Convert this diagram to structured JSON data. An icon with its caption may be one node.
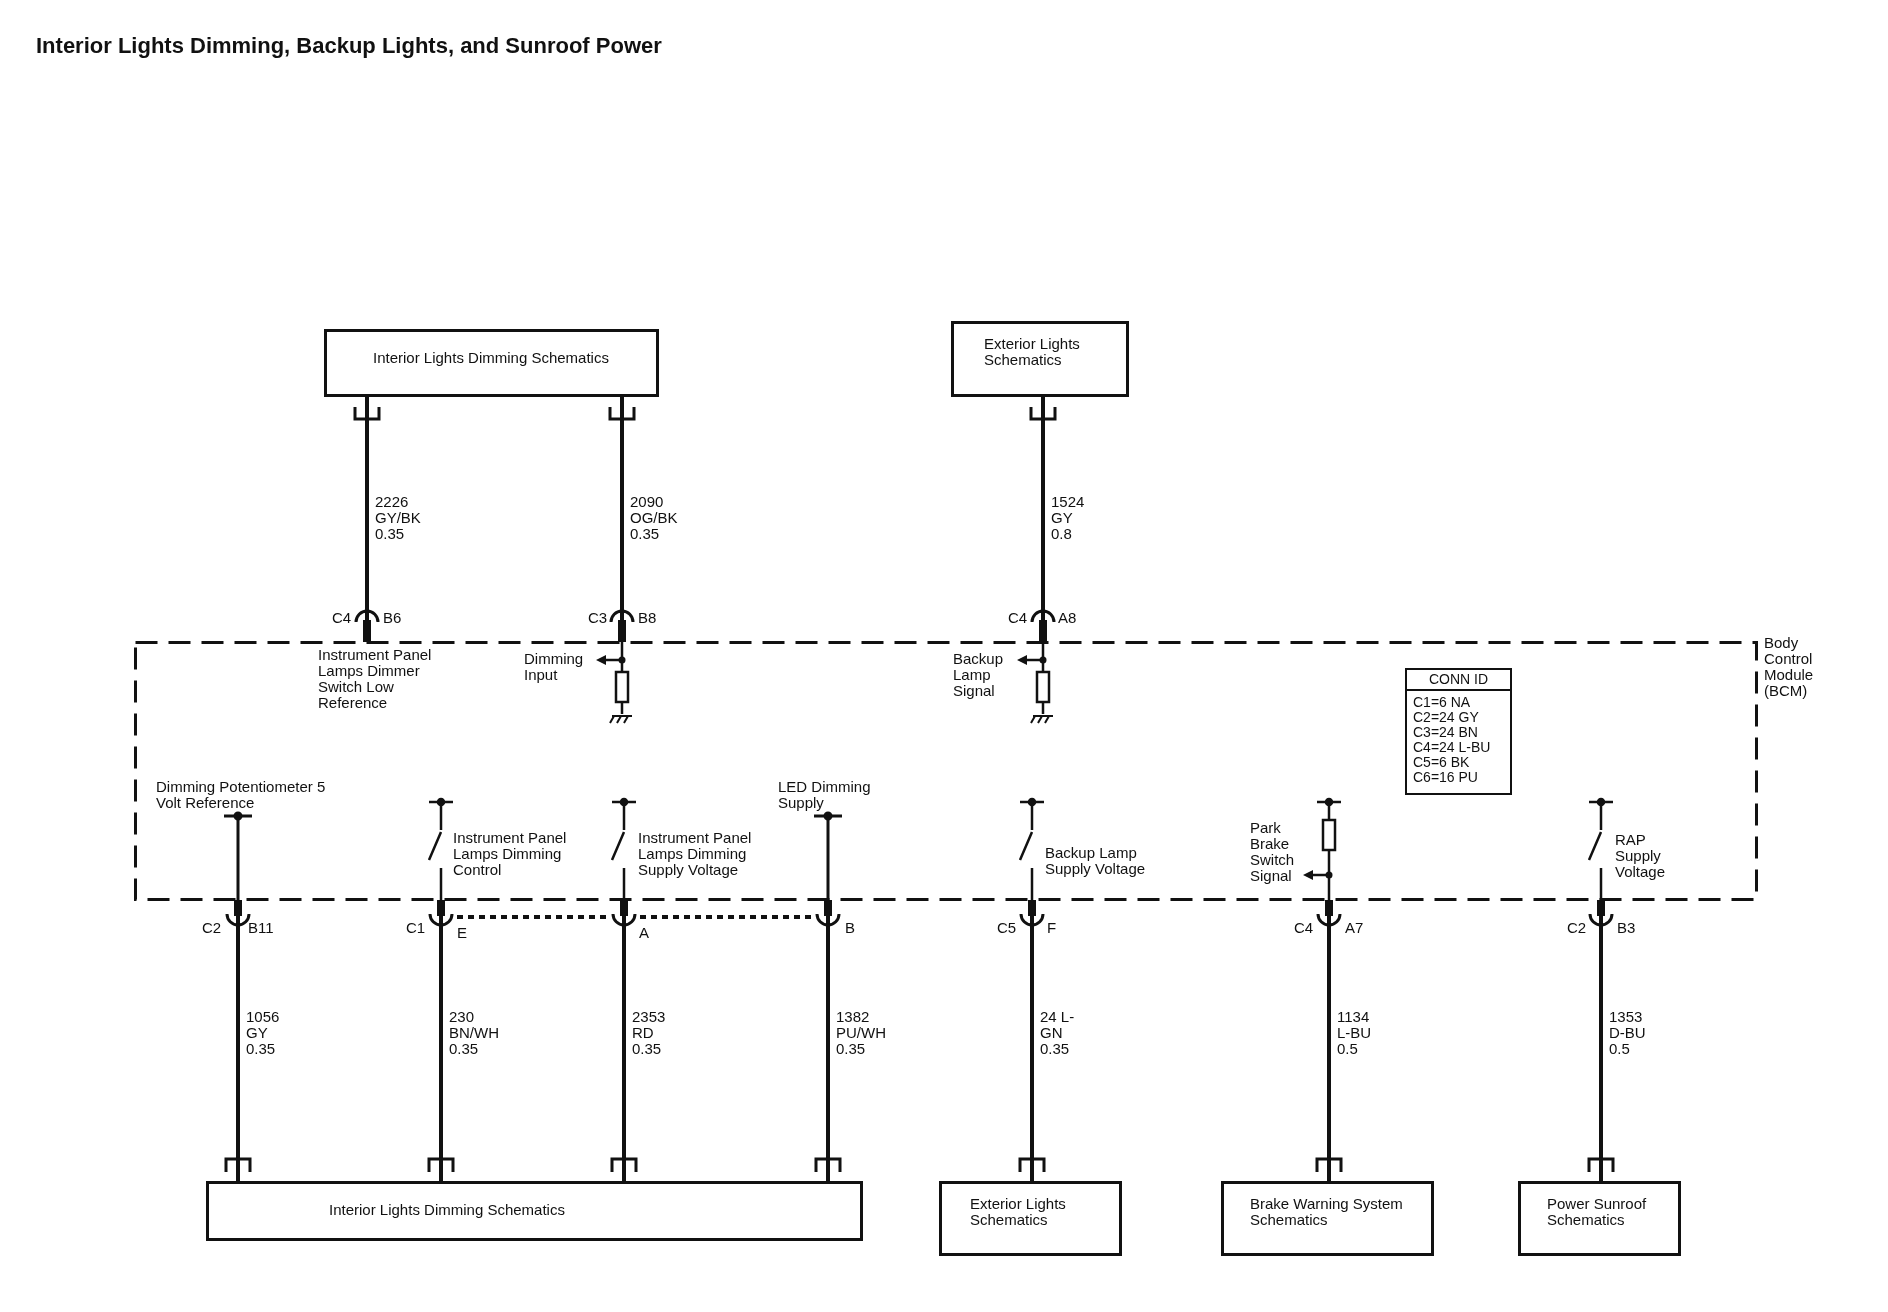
{
  "diagram": {
    "title": "Interior Lights Dimming, Backup Lights, and Sunroof Power",
    "nodes": [
      {
        "text": [
          "Interior Lights Dimming Schematics"
        ]
      },
      {
        "text": [
          "Exterior Lights Schematics"
        ]
      },
      {
        "text": [
          "Body Control Module (BCM)"
        ]
      },
      {
        "text": [
          "CONN ID",
          "C1=6 NA",
          "C2=24 GY",
          "C3=24 BN",
          "C4=24 L-BU",
          "C5=6 BK",
          "C6=16 PU"
        ],
        "in": 2
      },
      {
        "text": [
          "Interior Lights Dimming Schematics"
        ]
      },
      {
        "text": [
          "Exterior Lights Schematics"
        ]
      },
      {
        "text": [
          "Brake Warning System Schematics"
        ]
      },
      {
        "text": [
          "Power Sunroof Schematics"
        ]
      }
    ],
    "edges": [
      {
        "from": 0,
        "to": 2,
        "arrow": "other",
        "label": "2226 GY/BK 0.35"
      },
      {
        "from": 0,
        "to": 2,
        "arrow": "other",
        "label": "2090 OG/BK 0.35"
      },
      {
        "from": 1,
        "to": 2,
        "arrow": "other",
        "label": "1524 GY 0.8"
      },
      {
        "from": 2,
        "to": 4,
        "arrow": "other",
        "label": "1056 GY 0.35"
      },
      {
        "from": 2,
        "to": 4,
        "arrow": "other",
        "label": "230 BN/WH 0.35"
      },
      {
        "from": 2,
        "to": 4,
        "arrow": "other",
        "label": "2353 RD 0.35"
      },
      {
        "from": 2,
        "to": 4,
        "arrow": "other",
        "label": "1382 PU/WH 0.35"
      },
      {
        "from": 2,
        "to": 5,
        "arrow": "other",
        "label": "24 L-GN 0.35"
      },
      {
        "from": 2,
        "to": 6,
        "arrow": "other",
        "label": "1134 L-BU 0.5"
      },
      {
        "from": 2,
        "to": 7,
        "arrow": "other",
        "label": "1353 D-BU 0.5"
      }
    ],
    "labels": [
      "C4",
      "B6",
      "C3",
      "B8",
      "C4",
      "A8",
      "Instrument Panel Lamps Dimmer Switch Low Reference",
      "Dimming Input",
      "Backup Lamp Signal",
      "Dimming Potentiometer 5 Volt Reference",
      "LED Dimming Supply",
      "Instrument Panel Lamps Dimming Control",
      "Instrument Panel Lamps Dimming Supply Voltage",
      "Backup Lamp Supply Voltage",
      "Park Brake Switch Signal",
      "RAP Supply Voltage",
      "C2",
      "B11",
      "C1",
      "E",
      "A",
      "B",
      "C5",
      "F",
      "C4",
      "A7",
      "C2",
      "B3"
    ]
  }
}
